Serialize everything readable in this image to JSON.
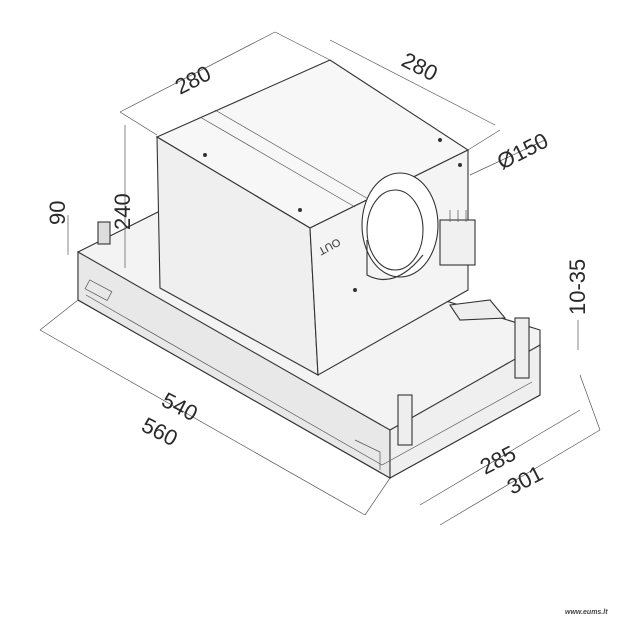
{
  "dimensions": {
    "box_depth": "280",
    "box_width": "280",
    "duct_diameter": "Ø150",
    "tray_height": "90",
    "box_height": "240",
    "bracket_adjust": "10-35",
    "inner_length": "540",
    "outer_length": "560",
    "inner_width": "285",
    "outer_width": "301"
  },
  "outlet_label": "OUT",
  "watermark": "www.eums.lt",
  "colors": {
    "line": "#333333",
    "face_light": "#f4f4f4",
    "face_mid": "#e6e6e6"
  }
}
